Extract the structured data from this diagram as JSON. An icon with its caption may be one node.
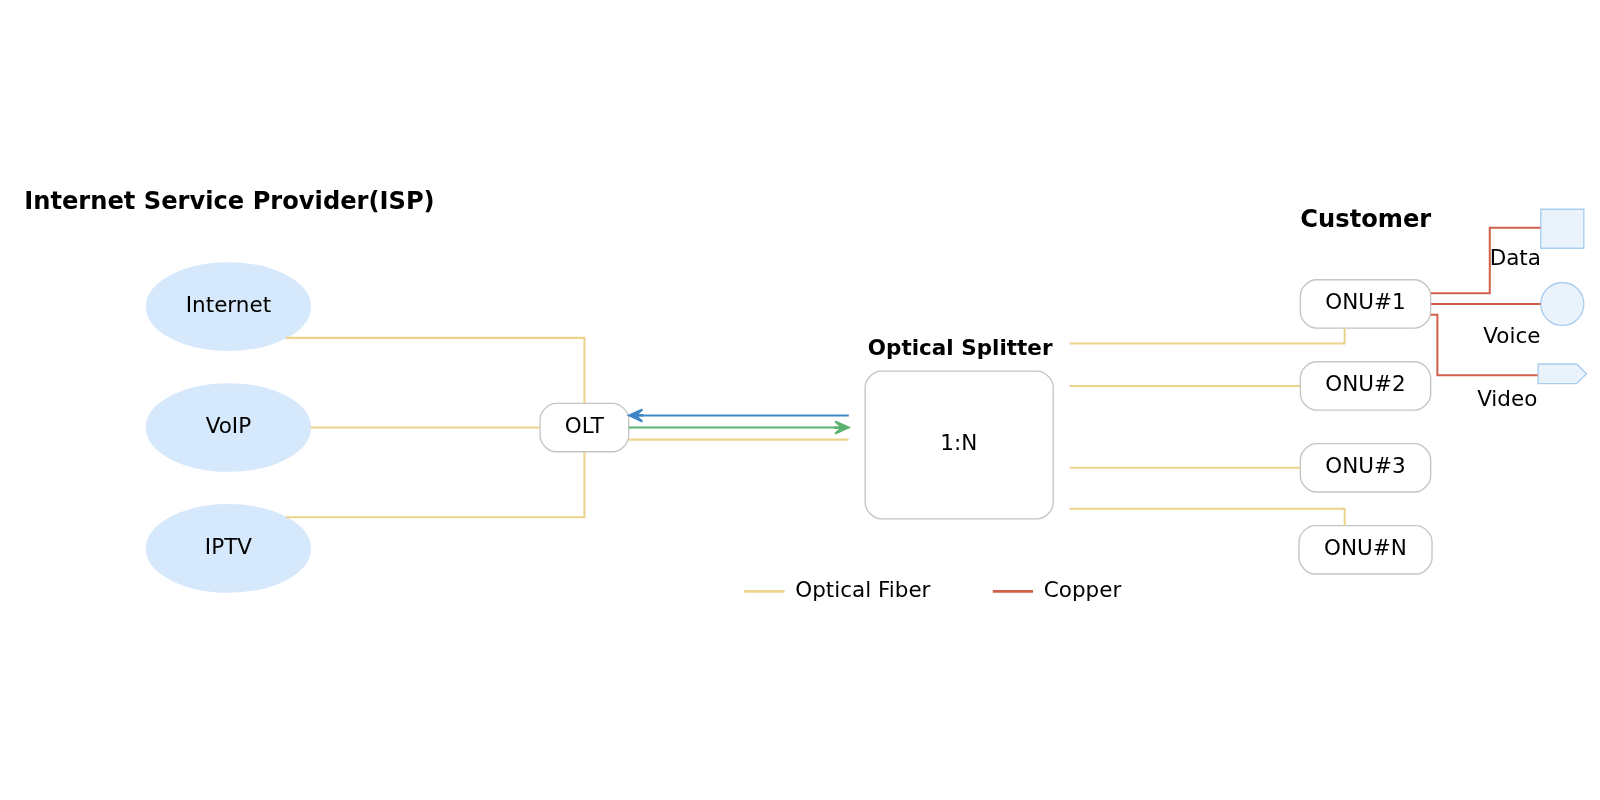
{
  "diagram": {
    "nodes": [
      {
        "text": [
          "Internet"
        ]
      },
      {
        "text": [
          "VoIP"
        ]
      },
      {
        "text": [
          "IPTV"
        ]
      },
      {
        "text": [
          "OLT"
        ]
      },
      {
        "text": [
          "Optical Splitter",
          "1:N"
        ]
      },
      {
        "text": [
          "ONU#1"
        ]
      },
      {
        "text": [
          "ONU#2"
        ]
      },
      {
        "text": [
          "ONU#3"
        ]
      },
      {
        "text": [
          "ONU#N"
        ]
      },
      {
        "text": [],
        "shape": "printer",
        "beside": [
          "Data"
        ]
      },
      {
        "text": [],
        "shape": "phone",
        "beside": [
          "Voice"
        ]
      },
      {
        "text": [],
        "shape": "camera",
        "beside": [
          "Video"
        ]
      }
    ],
    "edges": [
      {
        "from": 0,
        "to": 3,
        "arrow": "none"
      },
      {
        "from": 1,
        "to": 3,
        "arrow": "none"
      },
      {
        "from": 2,
        "to": 3,
        "arrow": "none"
      },
      {
        "from": 3,
        "to": 4,
        "arrow": "none"
      },
      {
        "from": 3,
        "to": 4,
        "arrow": "to",
        "color": "#5cb270"
      },
      {
        "from": 4,
        "to": 3,
        "arrow": "to",
        "color": "#3f86c4"
      },
      {
        "from": 4,
        "to": 5,
        "arrow": "none"
      },
      {
        "from": 4,
        "to": 6,
        "arrow": "none"
      },
      {
        "from": 4,
        "to": 7,
        "arrow": "none"
      },
      {
        "from": 4,
        "to": 8,
        "arrow": "none"
      },
      {
        "from": 5,
        "to": 9,
        "arrow": "none",
        "color": "#d0604a"
      },
      {
        "from": 5,
        "to": 10,
        "arrow": "none",
        "color": "#d0604a"
      },
      {
        "from": 5,
        "to": 11,
        "arrow": "none",
        "color": "#d0604a"
      }
    ],
    "labels": [
      "Internet Service Provider(ISP)",
      "Customer"
    ],
    "legend": [
      {
        "text": "Optical Fiber",
        "color": "#ecd28a"
      },
      {
        "text": "Copper",
        "color": "#d0604a"
      }
    ]
  }
}
